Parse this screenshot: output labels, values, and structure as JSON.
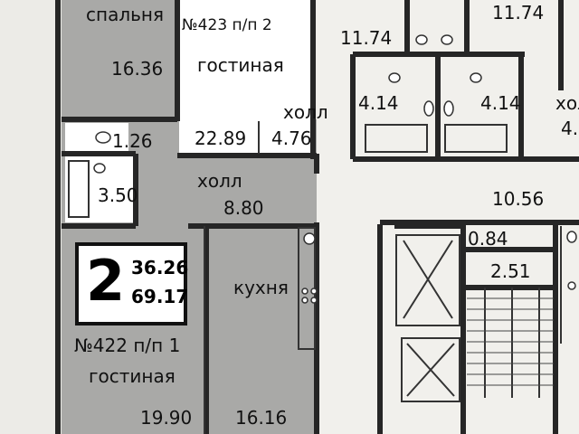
{
  "rooms": {
    "bedroom_label": "спальня",
    "bedroom_area": "16.36",
    "apt423_label": "№423 п/п 2",
    "living2_label": "гостиная",
    "living2_area": "22.89",
    "hall_top_label": "холл",
    "hall_top_area": "4.76",
    "area_11_74_left": "11.74",
    "area_11_74_right": "11.74",
    "bath_left_area": "4.14",
    "bath_right_area": "4.14",
    "hall_right_label": "хол",
    "hall_right_area_partial": "4.",
    "wc_area": "1.26",
    "bath_area": "3.50",
    "hall_mid_label": "холл",
    "hall_mid_area": "8.80",
    "area_10_56": "10.56",
    "area_0_84": "0.84",
    "area_2_51": "2.51",
    "kitchen_label": "кухня",
    "kitchen_area": "16.16",
    "apt422_label": "№422 п/п 1",
    "living1_label": "гостиная",
    "living1_area": "19.90"
  },
  "badge": {
    "rooms": "2",
    "area_living": "36.26",
    "area_total": "69.17"
  },
  "colors": {
    "wall": "#2a2a2a",
    "grey_fill": "#a7a7a5",
    "white_fill": "#ffffff",
    "paper": "#ecebe7"
  }
}
